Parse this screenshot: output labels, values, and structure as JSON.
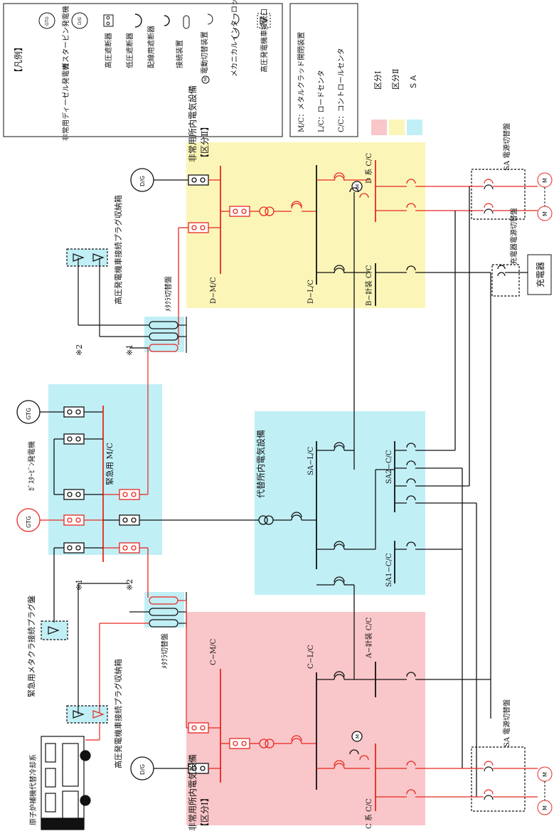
{
  "legend": {
    "title": "【凡例】",
    "items": [
      {
        "icon": "gtg-symbol",
        "label": "ガスタービン発電機",
        "sym": "GTG"
      },
      {
        "icon": "dg-symbol",
        "label": "非常用ディーゼル発電機",
        "sym": "D/G"
      },
      {
        "icon": "hv-breaker-icon",
        "label": "高圧遮断器"
      },
      {
        "icon": "lv-breaker-icon",
        "label": "低圧遮断器"
      },
      {
        "icon": "wiring-breaker-icon",
        "label": "配線用遮断器"
      },
      {
        "icon": "connector-icon",
        "label": "接続装置"
      },
      {
        "icon": "motor-switch-icon",
        "label": "電動切替装置"
      },
      {
        "icon": "mech-interlock-icon",
        "label": "メカニカルインターロック"
      },
      {
        "icon": "hv-gen-port-icon",
        "label": "高圧発電機車接続口"
      }
    ]
  },
  "abbrev": {
    "items": [
      "M/C：メタルクラッド開閉装置",
      "L/C：ロードセンタ",
      "C/C：コントロールセンタ"
    ]
  },
  "zones_legend": [
    {
      "label": "区分Ⅰ",
      "color": "#f9c6c9"
    },
    {
      "label": "区分Ⅱ",
      "color": "#fbf6b8"
    },
    {
      "label": "ＳＡ",
      "color": "#c1eff6"
    }
  ],
  "colors": {
    "red_line": "#e8271f",
    "black_line": "#111111",
    "div1": "#f9c6c9",
    "div2": "#fbf6b8",
    "sa": "#c1eff6"
  },
  "labels": {
    "dg": "D/G",
    "gtg": "GTG",
    "motor": "M",
    "motor_switch": "M",
    "div2_title": "非常用所内電気設備",
    "div2_sub": "【区分Ⅱ】",
    "div1_title": "非常用所内電気設備",
    "div1_sub": "【区分Ⅰ】",
    "d_mc": "D−M/C",
    "d_lc": "D−L/C",
    "d_cc": "D 系 C/C",
    "b_cc": "B−計装 C/C",
    "c_mc": "C−M/C",
    "c_lc": "C−L/C",
    "c_cc": "C 系 C/C",
    "a_cc": "A−計装 C/C",
    "sa_title": "代替所内電気設備",
    "sa_lc": "SA−L/C",
    "sa2_cc": "SA2−C/C",
    "sa1_cc": "SA1−C/C",
    "gt_gen": "ｶﾞｽﾀｰﾋﾞﾝ発電機",
    "emerg_mc": "緊急用 M/C",
    "metacla_top": "ﾒﾀｸﾗ切替盤",
    "metacla_bottom": "ﾒﾀｸﾗ切替盤",
    "hv_gen_box_top": "高圧発電機車接続プラグ収納箱",
    "hv_gen_box_bottom": "高圧発電機車接続プラグ収納箱",
    "emerg_plug": "緊急用メタクラ接続プラグ盤",
    "note1_top": "※1",
    "note2_top": "※2",
    "note1_bottom": "※1",
    "note2_bottom": "※2",
    "sa_switch_top": "SA 電源切替盤",
    "sa_switch_bottom": "SA 電源切替盤",
    "charger_switch": "充電器電源切替盤",
    "charger": "充電器",
    "truck": "原子炉補機代替冷却系"
  }
}
